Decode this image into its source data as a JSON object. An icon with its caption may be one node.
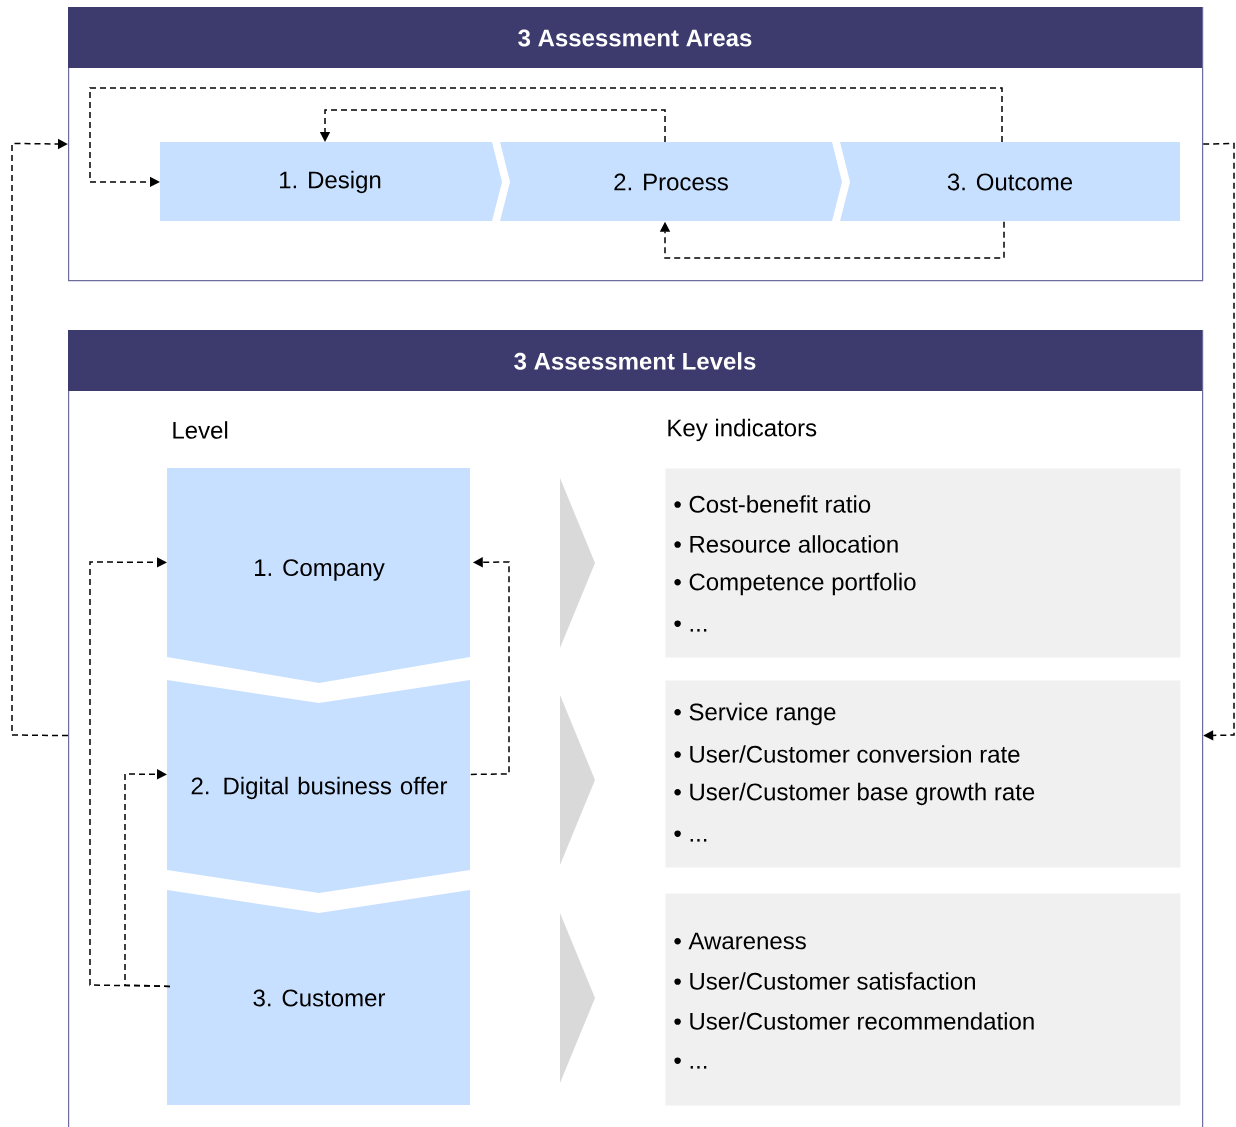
{
  "diagram": {
    "nodes": [
      {
        "text": [
          "3 Assessment Areas"
        ]
      },
      {
        "text": [
          "1. Design"
        ],
        "in": 0
      },
      {
        "text": [
          "2. Process"
        ],
        "in": 0
      },
      {
        "text": [
          "3. Outcome"
        ],
        "in": 0
      },
      {
        "text": [
          "3 Assessment Levels"
        ]
      },
      {
        "text": [
          "1. Company"
        ],
        "in": 4
      },
      {
        "text": [
          "2. Digital business offer"
        ],
        "in": 4
      },
      {
        "text": [
          "3. Customer"
        ],
        "in": 4
      },
      {
        "text": [
          "• Cost-benefit ratio",
          "• Resource allocation",
          "• Competence portfolio",
          "• ..."
        ],
        "in": 4
      },
      {
        "text": [
          "• Service range",
          "• User/Customer conversion rate",
          "• User/Customer base growth rate",
          "• ..."
        ],
        "in": 4
      },
      {
        "text": [
          "• Awareness",
          "• User/Customer satisfaction",
          "• User/Customer recommendation",
          "• ..."
        ],
        "in": 4
      }
    ],
    "edges": [
      {
        "from": 3,
        "to": 1,
        "arrow": "to",
        "style": "dashed"
      },
      {
        "from": 2,
        "to": 1,
        "arrow": "to",
        "style": "dashed"
      },
      {
        "from": 3,
        "to": 2,
        "arrow": "to",
        "style": "dashed"
      },
      {
        "from": 7,
        "to": 5,
        "arrow": "to",
        "style": "dashed"
      },
      {
        "from": 7,
        "to": 6,
        "arrow": "to",
        "style": "dashed"
      },
      {
        "from": 6,
        "to": 5,
        "arrow": "to",
        "style": "dashed"
      },
      {
        "from": 4,
        "to": 0,
        "arrow": "to",
        "style": "dashed"
      },
      {
        "from": 0,
        "to": 4,
        "arrow": "to",
        "style": "dashed"
      }
    ],
    "labels": [
      "Level",
      "Key indicators"
    ]
  }
}
